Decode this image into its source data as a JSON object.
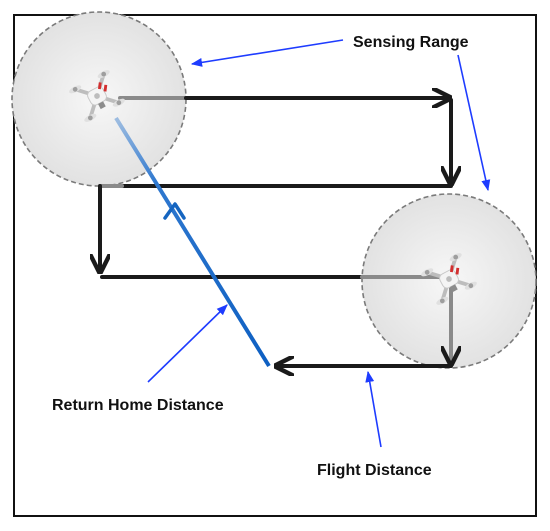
{
  "labels": {
    "sensing_range": "Sensing Range",
    "return_home_distance": "Return Home Distance",
    "flight_distance": "Flight Distance"
  },
  "icons": {
    "drone": "quadcopter-drone-icon"
  },
  "colors": {
    "background": "#ffffff",
    "border": "#111111",
    "flight_path": "#1a1a1a",
    "return_path": "#1565c0",
    "pointer_arrows": "#1e3cff",
    "sensing_fill": "#e8e8e8",
    "sensing_stroke": "#7a7a7a",
    "drone_body": "#f4f4f4",
    "drone_accent": "#d32f2f"
  }
}
